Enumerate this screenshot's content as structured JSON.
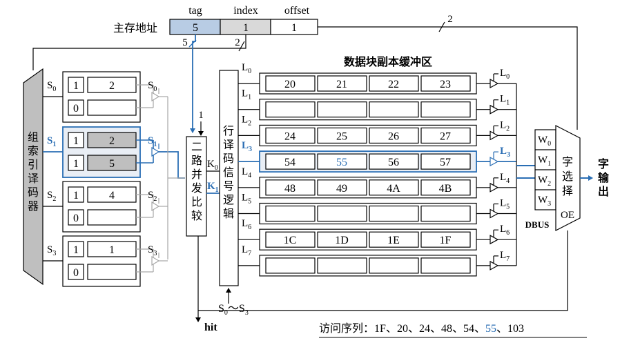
{
  "address": {
    "field_labels": [
      "tag",
      "index",
      "offset"
    ],
    "field_values": [
      "5",
      "1",
      "1"
    ],
    "label": "主存地址",
    "tag_bits": "5",
    "index_bits": "2",
    "offset_bits": "2"
  },
  "group_decoder": {
    "label": [
      "组",
      "索",
      "引",
      "译",
      "码",
      "器"
    ]
  },
  "cache_dir": {
    "sets": [
      {
        "name": "S",
        "sub": "0",
        "rows": [
          {
            "valid": "1",
            "tag": "2"
          },
          {
            "valid": "0",
            "tag": ""
          }
        ]
      },
      {
        "name": "S",
        "sub": "1",
        "rows": [
          {
            "valid": "1",
            "tag": "2"
          },
          {
            "valid": "1",
            "tag": "5"
          }
        ]
      },
      {
        "name": "S",
        "sub": "2",
        "rows": [
          {
            "valid": "1",
            "tag": "4"
          },
          {
            "valid": "0",
            "tag": ""
          }
        ]
      },
      {
        "name": "S",
        "sub": "3",
        "rows": [
          {
            "valid": "1",
            "tag": "1"
          },
          {
            "valid": "0",
            "tag": ""
          }
        ]
      }
    ]
  },
  "comparator": {
    "label": [
      "二",
      "路",
      "并",
      "发",
      "比",
      "较"
    ],
    "count": "1",
    "k0": "K",
    "k0_sub": "0",
    "k1": "K",
    "k1_sub": "1",
    "hit_label": "hit"
  },
  "row_decoder": {
    "label": [
      "行",
      "译",
      "码",
      "信",
      "号",
      "逻",
      "辑"
    ],
    "input_label": "S",
    "input_sub0": "0",
    "tilde": "～",
    "input_label2": "S",
    "input_sub3": "3"
  },
  "data_buffer": {
    "title": "数据块副本缓冲区",
    "lines": [
      {
        "name": "L",
        "sub": "0",
        "words": [
          "20",
          "21",
          "22",
          "23"
        ]
      },
      {
        "name": "L",
        "sub": "1",
        "words": [
          "",
          "",
          "",
          ""
        ]
      },
      {
        "name": "L",
        "sub": "2",
        "words": [
          "24",
          "25",
          "26",
          "27"
        ]
      },
      {
        "name": "L",
        "sub": "3",
        "words": [
          "54",
          "55",
          "56",
          "57"
        ]
      },
      {
        "name": "L",
        "sub": "4",
        "words": [
          "48",
          "49",
          "4A",
          "4B"
        ]
      },
      {
        "name": "L",
        "sub": "5",
        "words": [
          "",
          "",
          "",
          ""
        ]
      },
      {
        "name": "L",
        "sub": "6",
        "words": [
          "1C",
          "1D",
          "1E",
          "1F"
        ]
      },
      {
        "name": "L",
        "sub": "7",
        "words": [
          "",
          "",
          "",
          ""
        ]
      }
    ]
  },
  "word_select": {
    "w_labels": [
      {
        "name": "W",
        "sub": "0"
      },
      {
        "name": "W",
        "sub": "1"
      },
      {
        "name": "W",
        "sub": "2"
      },
      {
        "name": "W",
        "sub": "3"
      }
    ],
    "mux_label": [
      "字",
      "选",
      "择"
    ],
    "oe_label": "OE",
    "dbus_label": "DBUS",
    "output_label": [
      "字",
      "输",
      "出"
    ],
    "offset_width": "2"
  },
  "access_sequence": {
    "label": "访问序列：",
    "items": [
      "1F",
      "20",
      "24",
      "48",
      "54",
      "55",
      "103"
    ],
    "separator": "、"
  },
  "colors": {
    "highlight": "#2a6eb4",
    "tag_fill": "#b8cce4",
    "index_fill": "#d9d9d9",
    "set_fill": "#e9eef5",
    "decoder_fill": "#bfbfbf",
    "gray_line": "#a6a6a6"
  }
}
